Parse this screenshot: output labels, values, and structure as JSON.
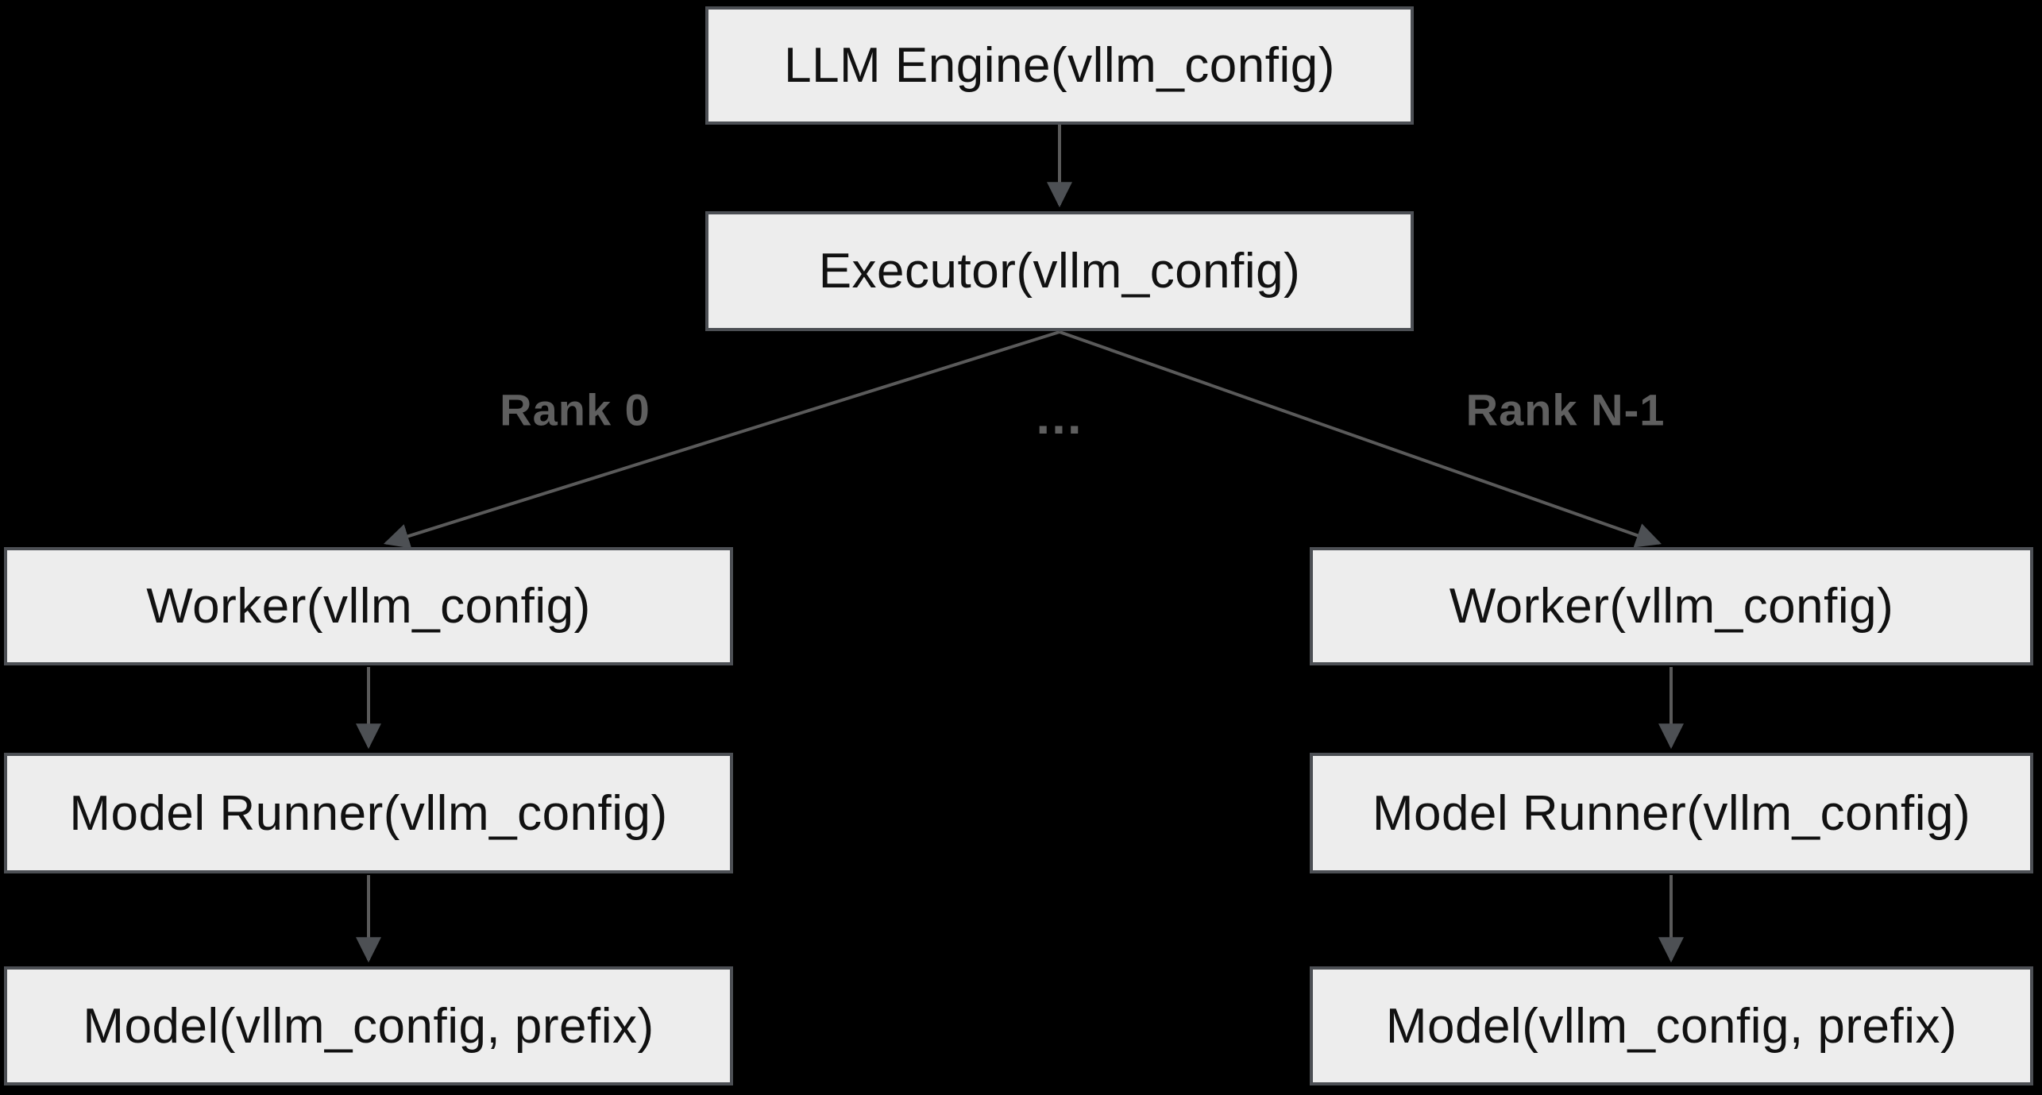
{
  "diagram": {
    "nodes": {
      "engine": {
        "label": "LLM Engine(vllm_config)"
      },
      "executor": {
        "label": "Executor(vllm_config)"
      },
      "worker_left": {
        "label": "Worker(vllm_config)"
      },
      "runner_left": {
        "label": "Model Runner(vllm_config)"
      },
      "model_left": {
        "label": "Model(vllm_config, prefix)"
      },
      "worker_right": {
        "label": "Worker(vllm_config)"
      },
      "runner_right": {
        "label": "Model Runner(vllm_config)"
      },
      "model_right": {
        "label": "Model(vllm_config, prefix)"
      }
    },
    "edge_labels": {
      "rank0": "Rank 0",
      "ellipsis": "...",
      "rank_n": "Rank N-1"
    }
  },
  "colors": {
    "background": "#000000",
    "node_fill": "#ededed",
    "node_border": "#4c4f54",
    "node_text": "#111111",
    "edge": "#5a5a5a",
    "arrowhead": "#4d5054",
    "edge_label": "#5f5f5f"
  }
}
